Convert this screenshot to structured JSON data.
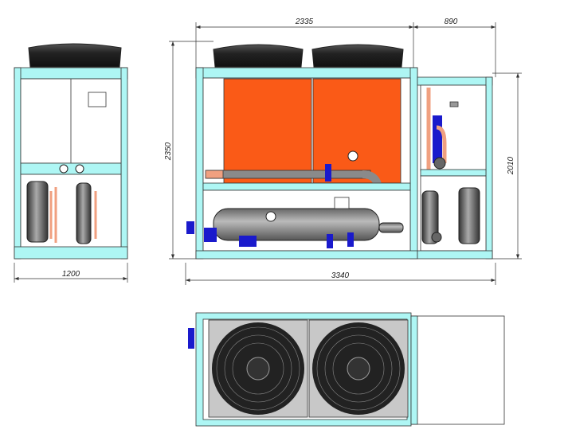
{
  "drawing": {
    "dimensions": {
      "side_width": "1200",
      "main_length": "2335",
      "module_length": "890",
      "total_height": "2350",
      "module_height": "2010",
      "total_length": "3340"
    },
    "colors": {
      "frame": "#aef6f4",
      "condenser_panel": "#fa5a17",
      "copper_pipe": "#f0a080",
      "valve": "#1a1acc",
      "pipe_gray": "#8a8a8a",
      "fan": "#1a1a1a"
    }
  }
}
